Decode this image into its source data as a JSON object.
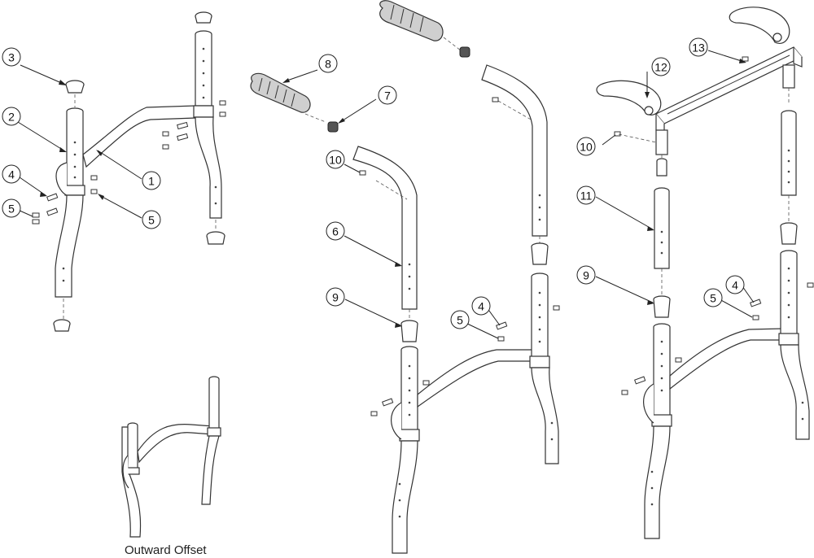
{
  "callouts": [
    {
      "id": "c3",
      "label": "3"
    },
    {
      "id": "c2",
      "label": "2"
    },
    {
      "id": "c1",
      "label": "1"
    },
    {
      "id": "c4a",
      "label": "4"
    },
    {
      "id": "c5a",
      "label": "5"
    },
    {
      "id": "c5b",
      "label": "5"
    },
    {
      "id": "c8",
      "label": "8"
    },
    {
      "id": "c7",
      "label": "7"
    },
    {
      "id": "c10a",
      "label": "10"
    },
    {
      "id": "c6",
      "label": "6"
    },
    {
      "id": "c9a",
      "label": "9"
    },
    {
      "id": "c4b",
      "label": "4"
    },
    {
      "id": "c5c",
      "label": "5"
    },
    {
      "id": "c12",
      "label": "12"
    },
    {
      "id": "c13",
      "label": "13"
    },
    {
      "id": "c10b",
      "label": "10"
    },
    {
      "id": "c11",
      "label": "11"
    },
    {
      "id": "c9b",
      "label": "9"
    },
    {
      "id": "c4c",
      "label": "4"
    },
    {
      "id": "c5d",
      "label": "5"
    }
  ],
  "caption": "Outward Offset"
}
